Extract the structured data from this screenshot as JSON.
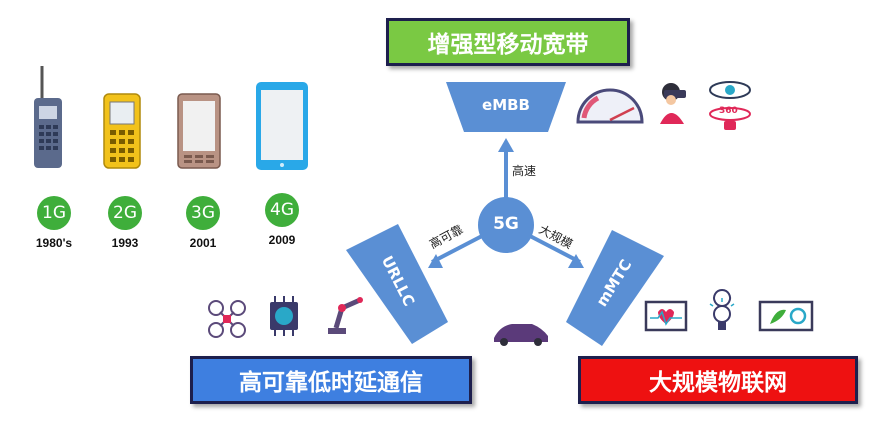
{
  "banners": {
    "embb_cn": "增强型移动宽带",
    "urllc_cn": "高可靠低时延通信",
    "mmtc_cn": "大规模物联网"
  },
  "hub": {
    "label": "5G"
  },
  "scenarios": {
    "embb": "eMBB",
    "urllc": "URLLC",
    "mmtc": "mMTC"
  },
  "arrows": {
    "up": "高速",
    "left": "高可靠",
    "right": "大规模"
  },
  "generations": [
    {
      "gen": "1G",
      "year": "1980's"
    },
    {
      "gen": "2G",
      "year": "1993"
    },
    {
      "gen": "3G",
      "year": "2001"
    },
    {
      "gen": "4G",
      "year": "2009"
    }
  ],
  "icons": {
    "vr": "360",
    "embb_icons": [
      "speedometer-icon",
      "vr-headset-icon",
      "360-video-icon"
    ],
    "urllc_icons": [
      "drone-icon",
      "ai-chip-icon",
      "robot-arm-icon",
      "car-icon"
    ],
    "mmtc_icons": [
      "health-monitor-icon",
      "smart-bulb-icon",
      "recycle-display-icon"
    ]
  },
  "colors": {
    "green_banner": "#7ac943",
    "blue_banner": "#3e7fe0",
    "red_banner": "#ee1111",
    "scenario_blue": "#5a8fd4",
    "generation_green": "#3fae3b"
  }
}
